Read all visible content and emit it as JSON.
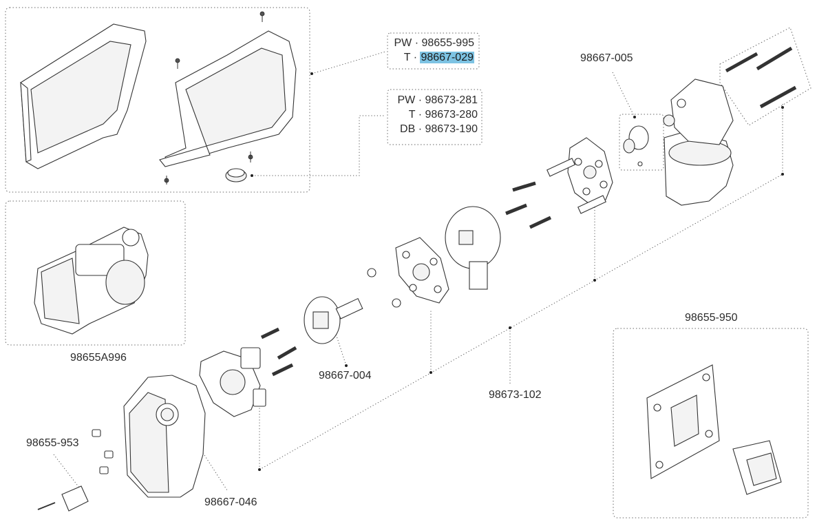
{
  "callouts": {
    "cover_group": {
      "line1_prefix": "PW · ",
      "line1_value": "98655-995",
      "line2_prefix": "T · ",
      "line2_value": "98667-029"
    },
    "cap_group": {
      "line1": "PW · 98673-281",
      "line2": "T · 98673-280",
      "line3": "DB · 98673-190"
    },
    "gear_assembly": "98655A996",
    "motor_coupler": "98667-005",
    "drive_hub": "98667-004",
    "main_assembly": "98673-102",
    "switch_panel": "98655-950",
    "limit_switch": "98655-953",
    "housing": "98667-046"
  },
  "colors": {
    "highlight": "#7dc3e3",
    "line": "#444444",
    "dotted_frame": "#555555"
  }
}
